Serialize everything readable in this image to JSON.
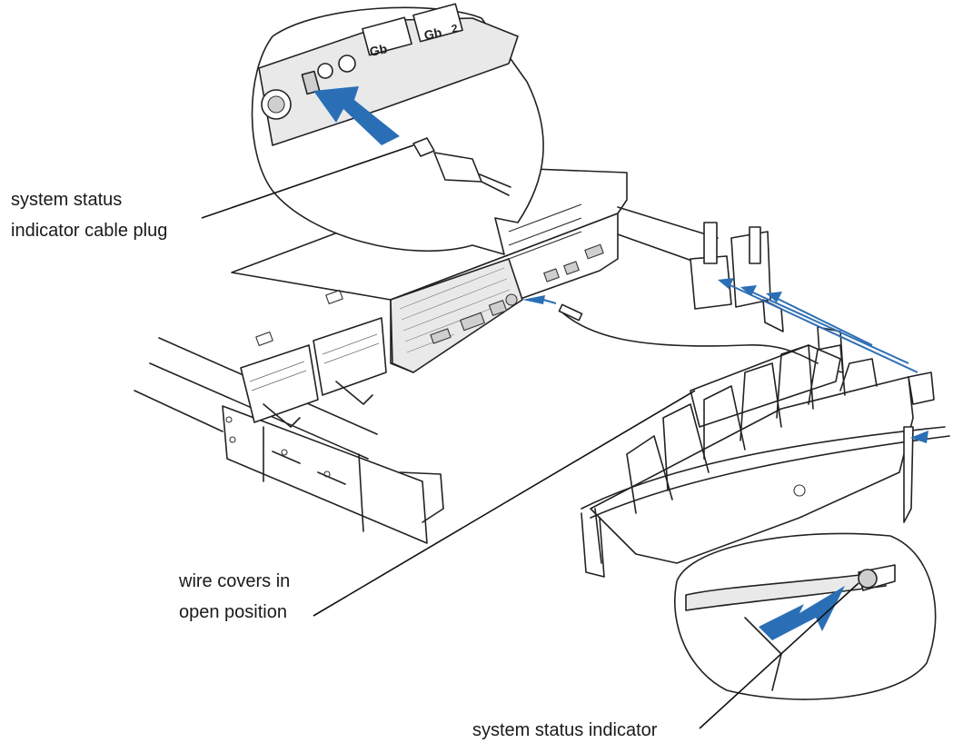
{
  "diagram": {
    "callouts": {
      "status_cable_plug": {
        "line1": "system status",
        "line2": "indicator cable plug"
      },
      "wire_covers": {
        "line1": "wire covers in",
        "line2": "open position"
      },
      "status_indicator": {
        "line1": "system status indicator"
      }
    },
    "port_labels": {
      "gb1": "Gb",
      "gb2": "Gb",
      "gb2_suffix": "2"
    },
    "colors": {
      "arrow": "#2a6fb6",
      "line": "#222222",
      "fill_light": "#e9e9e9"
    }
  }
}
